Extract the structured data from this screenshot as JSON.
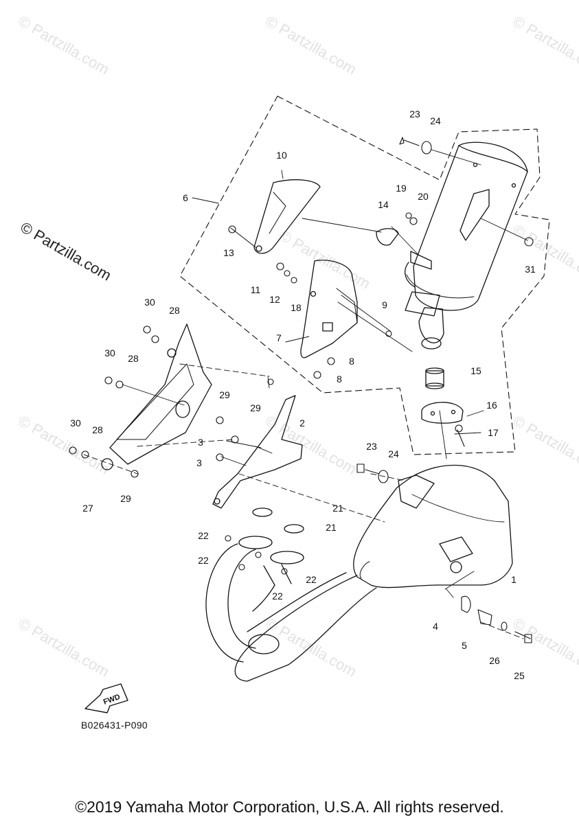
{
  "watermark": "© Partzilla.com",
  "watermark_prominent": "© Partzilla.com",
  "callouts": [
    "23",
    "24",
    "10",
    "6",
    "19",
    "20",
    "14",
    "13",
    "31",
    "11",
    "12",
    "18",
    "9",
    "7",
    "8",
    "8",
    "30",
    "28",
    "30",
    "28",
    "15",
    "29",
    "16",
    "29",
    "2",
    "30",
    "28",
    "3",
    "17",
    "3",
    "23",
    "24",
    "27",
    "29",
    "21",
    "22",
    "21",
    "1",
    "22",
    "22",
    "22",
    "4",
    "5",
    "26",
    "25"
  ],
  "direction_label": "FWD",
  "diagram_code": "B026431-P090",
  "copyright": "©2019 Yamaha Motor Corporation, U.S.A. All rights reserved."
}
